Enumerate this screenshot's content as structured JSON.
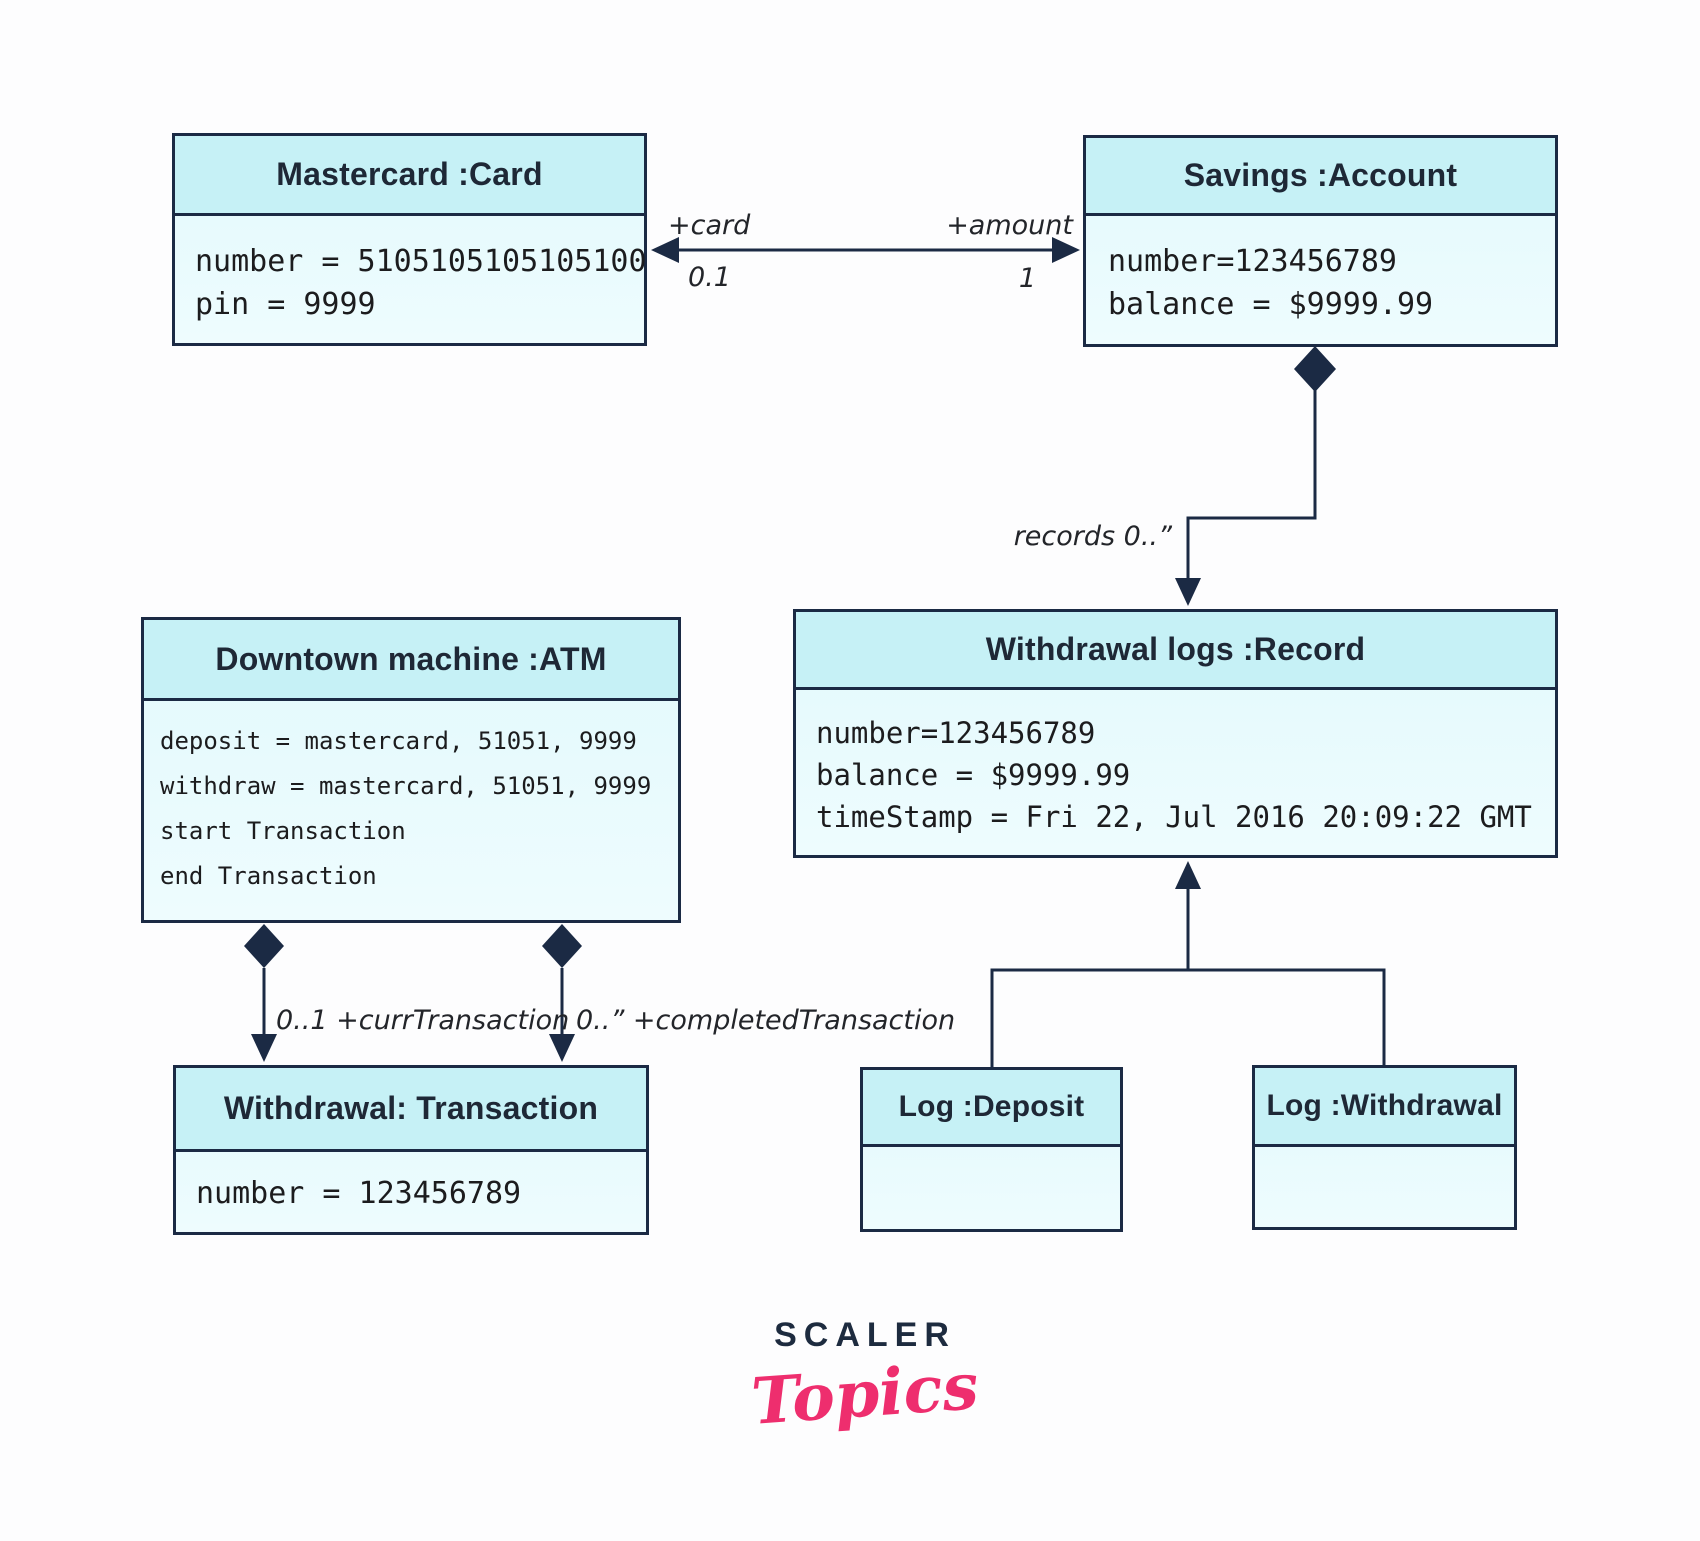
{
  "boxes": {
    "card": {
      "title": "Mastercard :Card",
      "lines": [
        "number = 5105105105105100",
        "pin = 9999"
      ]
    },
    "savings": {
      "title": "Savings :Account",
      "lines": [
        "number=123456789",
        "balance = $9999.99"
      ]
    },
    "atm": {
      "title": "Downtown machine :ATM",
      "lines": [
        "deposit = mastercard, 51051, 9999",
        "withdraw = mastercard, 51051, 9999",
        "start Transaction",
        "end Transaction"
      ]
    },
    "record": {
      "title": "Withdrawal logs :Record",
      "lines": [
        "number=123456789",
        "balance = $9999.99",
        "timeStamp = Fri 22, Jul 2016 20:09:22 GMT"
      ]
    },
    "transaction": {
      "title": "Withdrawal: Transaction",
      "lines": [
        "number = 123456789"
      ]
    },
    "log_deposit": {
      "title": "Log :Deposit",
      "lines": []
    },
    "log_withdrawal": {
      "title": "Log :Withdrawal",
      "lines": []
    }
  },
  "edges": {
    "card_account": {
      "left_role": "+card",
      "left_mult": "0.1",
      "right_role": "+amount",
      "right_mult": "1"
    },
    "account_record": {
      "label": "records 0..”"
    },
    "atm_curr": {
      "label": "0..1 +currTransaction"
    },
    "atm_completed": {
      "label": "0..” +completedTransaction"
    }
  },
  "logo": {
    "line1": "SCALER",
    "line2": "Topics"
  },
  "colors": {
    "header_fill": "#c6f1f6",
    "body_fill": "#e7fbfd",
    "border": "#1b2a44",
    "connector": "#1b2a44",
    "logo_navy": "#1d2b3f",
    "logo_pink": "#ee2e6e"
  }
}
